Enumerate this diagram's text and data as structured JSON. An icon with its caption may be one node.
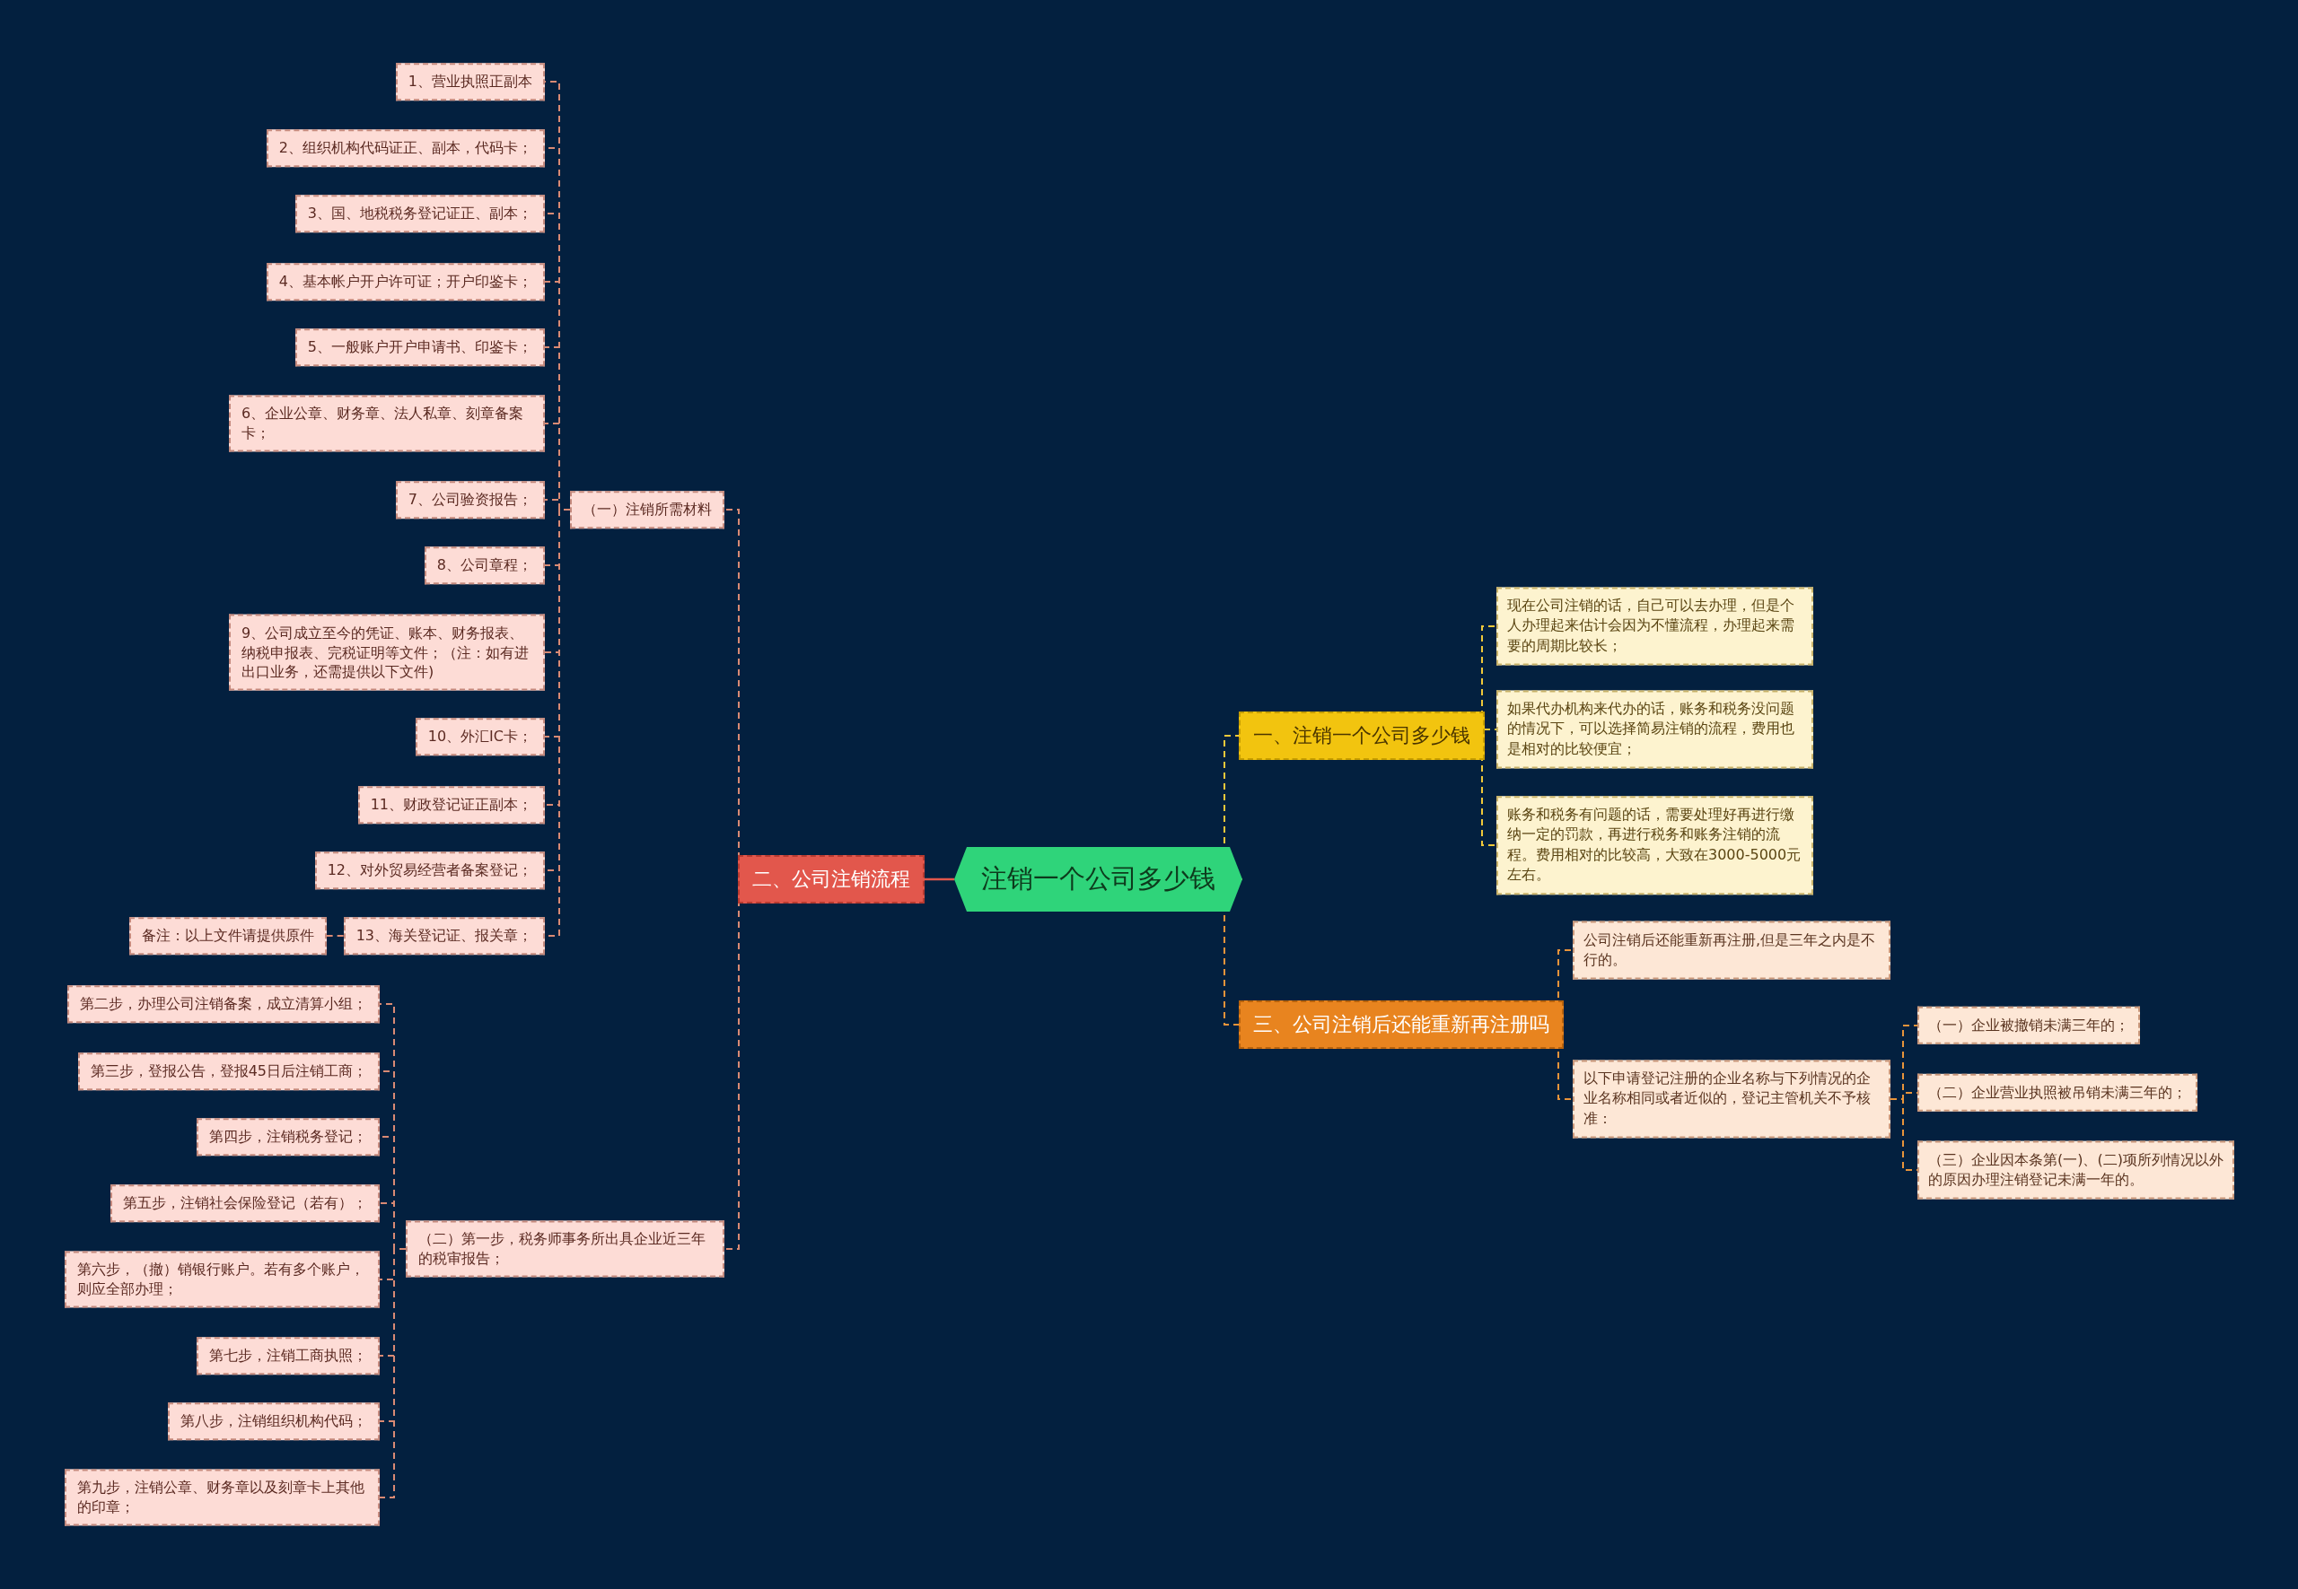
{
  "diagram": {
    "nodes": [
      {
        "text": [
          "注销一个公司多少钱"
        ]
      },
      {
        "text": [
          "二、公司注销流程"
        ]
      },
      {
        "text": [
          "（一）注销所需材料"
        ]
      },
      {
        "text": [
          "1、营业执照正副本"
        ]
      },
      {
        "text": [
          "2、组织机构代码证正、副本，代码卡；"
        ]
      },
      {
        "text": [
          "3、国、地税税务登记证正、副本；"
        ]
      },
      {
        "text": [
          "4、基本帐户开户许可证；开户印鉴卡；"
        ]
      },
      {
        "text": [
          "5、一般账户开户申请书、印鉴卡；"
        ]
      },
      {
        "text": [
          "6、企业公章、财务章、法人私章、刻章备案卡；"
        ]
      },
      {
        "text": [
          "7、公司验资报告；"
        ]
      },
      {
        "text": [
          "8、公司章程；"
        ]
      },
      {
        "text": [
          "9、公司成立至今的凭证、账本、财务报表、纳税申报表、完税证明等文件；（注：如有进出口业务，还需提供以下文件)"
        ]
      },
      {
        "text": [
          "10、外汇IC卡；"
        ]
      },
      {
        "text": [
          "11、财政登记证正副本；"
        ]
      },
      {
        "text": [
          "12、对外贸易经营者备案登记；"
        ]
      },
      {
        "text": [
          "13、海关登记证、报关章；"
        ]
      },
      {
        "text": [
          "备注：以上文件请提供原件"
        ]
      },
      {
        "text": [
          "（二）第一步，税务师事务所出具企业近三年的税审报告；"
        ]
      },
      {
        "text": [
          "第二步，办理公司注销备案，成立清算小组；"
        ]
      },
      {
        "text": [
          "第三步，登报公告，登报45日后注销工商；"
        ]
      },
      {
        "text": [
          "第四步，注销税务登记；"
        ]
      },
      {
        "text": [
          "第五步，注销社会保险登记（若有）；"
        ]
      },
      {
        "text": [
          "第六步，（撤）销银行账户。若有多个账户，则应全部办理；"
        ]
      },
      {
        "text": [
          "第七步，注销工商执照；"
        ]
      },
      {
        "text": [
          "第八步，注销组织机构代码；"
        ]
      },
      {
        "text": [
          "第九步，注销公章、财务章以及刻章卡上其他的印章；"
        ]
      },
      {
        "text": [
          "一、注销一个公司多少钱"
        ]
      },
      {
        "text": [
          "现在公司注销的话，自己可以去办理，但是个人办理起来估计会因为不懂流程，办理起来需要的周期比较长；"
        ]
      },
      {
        "text": [
          "如果代办机构来代办的话，账务和税务没问题的情况下，可以选择简易注销的流程，费用也是相对的比较便宜；"
        ]
      },
      {
        "text": [
          "账务和税务有问题的话，需要处理好再进行缴纳一定的罚款，再进行税务和账务注销的流程。费用相对的比较高，大致在3000-5000元左右。"
        ]
      },
      {
        "text": [
          "三、公司注销后还能重新再注册吗"
        ]
      },
      {
        "text": [
          "公司注销后还能重新再注册,但是三年之内是不行的。"
        ]
      },
      {
        "text": [
          "以下申请登记注册的企业名称与下列情况的企业名称相同或者近似的，登记主管机关不予核准："
        ]
      },
      {
        "text": [
          "（一）企业被撤销未满三年的；"
        ]
      },
      {
        "text": [
          "（二）企业营业执照被吊销未满三年的；"
        ]
      },
      {
        "text": [
          "（三）企业因本条第(一)、(二)项所列情况以外的原因办理注销登记未满一年的。"
        ]
      }
    ],
    "edges": [
      {
        "from": 0,
        "to": 1,
        "arrow": "none",
        "color": "#e2574c"
      },
      {
        "from": 0,
        "to": 26,
        "arrow": "none",
        "style": "dashed",
        "color": "#f0c93a"
      },
      {
        "from": 0,
        "to": 30,
        "arrow": "none",
        "style": "dashed",
        "color": "#e8943a"
      },
      {
        "from": 1,
        "to": 2,
        "arrow": "none",
        "style": "dashed"
      },
      {
        "from": 1,
        "to": 17,
        "arrow": "none",
        "style": "dashed"
      },
      {
        "from": 2,
        "to": 3,
        "arrow": "none",
        "style": "dashed"
      },
      {
        "from": 2,
        "to": 4,
        "arrow": "none",
        "style": "dashed"
      },
      {
        "from": 2,
        "to": 5,
        "arrow": "none",
        "style": "dashed"
      },
      {
        "from": 2,
        "to": 6,
        "arrow": "none",
        "style": "dashed"
      },
      {
        "from": 2,
        "to": 7,
        "arrow": "none",
        "style": "dashed"
      },
      {
        "from": 2,
        "to": 8,
        "arrow": "none",
        "style": "dashed"
      },
      {
        "from": 2,
        "to": 9,
        "arrow": "none",
        "style": "dashed"
      },
      {
        "from": 2,
        "to": 10,
        "arrow": "none",
        "style": "dashed"
      },
      {
        "from": 2,
        "to": 11,
        "arrow": "none",
        "style": "dashed"
      },
      {
        "from": 2,
        "to": 12,
        "arrow": "none",
        "style": "dashed"
      },
      {
        "from": 2,
        "to": 13,
        "arrow": "none",
        "style": "dashed"
      },
      {
        "from": 2,
        "to": 14,
        "arrow": "none",
        "style": "dashed"
      },
      {
        "from": 2,
        "to": 15,
        "arrow": "none",
        "style": "dashed"
      },
      {
        "from": 15,
        "to": 16,
        "arrow": "none",
        "style": "dashed"
      },
      {
        "from": 17,
        "to": 18,
        "arrow": "none",
        "style": "dashed"
      },
      {
        "from": 17,
        "to": 19,
        "arrow": "none",
        "style": "dashed"
      },
      {
        "from": 17,
        "to": 20,
        "arrow": "none",
        "style": "dashed"
      },
      {
        "from": 17,
        "to": 21,
        "arrow": "none",
        "style": "dashed"
      },
      {
        "from": 17,
        "to": 22,
        "arrow": "none",
        "style": "dashed"
      },
      {
        "from": 17,
        "to": 23,
        "arrow": "none",
        "style": "dashed"
      },
      {
        "from": 17,
        "to": 24,
        "arrow": "none",
        "style": "dashed"
      },
      {
        "from": 17,
        "to": 25,
        "arrow": "none",
        "style": "dashed"
      },
      {
        "from": 26,
        "to": 27,
        "arrow": "none",
        "style": "dashed",
        "color": "#f0c93a"
      },
      {
        "from": 26,
        "to": 28,
        "arrow": "none",
        "style": "dashed",
        "color": "#f0c93a"
      },
      {
        "from": 26,
        "to": 29,
        "arrow": "none",
        "style": "dashed",
        "color": "#f0c93a"
      },
      {
        "from": 30,
        "to": 31,
        "arrow": "none",
        "style": "dashed",
        "color": "#e8943a"
      },
      {
        "from": 30,
        "to": 32,
        "arrow": "none",
        "style": "dashed",
        "color": "#e8943a"
      },
      {
        "from": 32,
        "to": 33,
        "arrow": "none",
        "style": "dashed",
        "color": "#e8943a"
      },
      {
        "from": 32,
        "to": 34,
        "arrow": "none",
        "style": "dashed",
        "color": "#e8943a"
      },
      {
        "from": 32,
        "to": 35,
        "arrow": "none",
        "style": "dashed",
        "color": "#e8943a"
      }
    ]
  }
}
